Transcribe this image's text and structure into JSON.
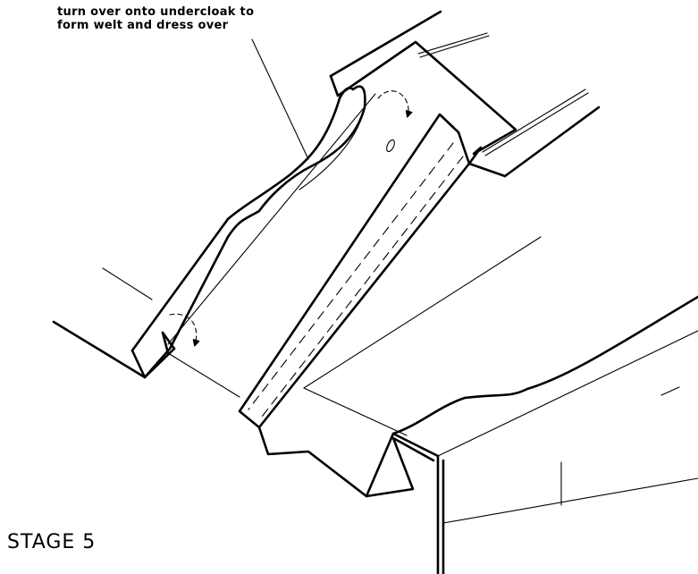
{
  "annotation": {
    "line1": "turn over onto undercloak to",
    "line2": "form welt and dress over"
  },
  "stage_label": "STAGE 5"
}
